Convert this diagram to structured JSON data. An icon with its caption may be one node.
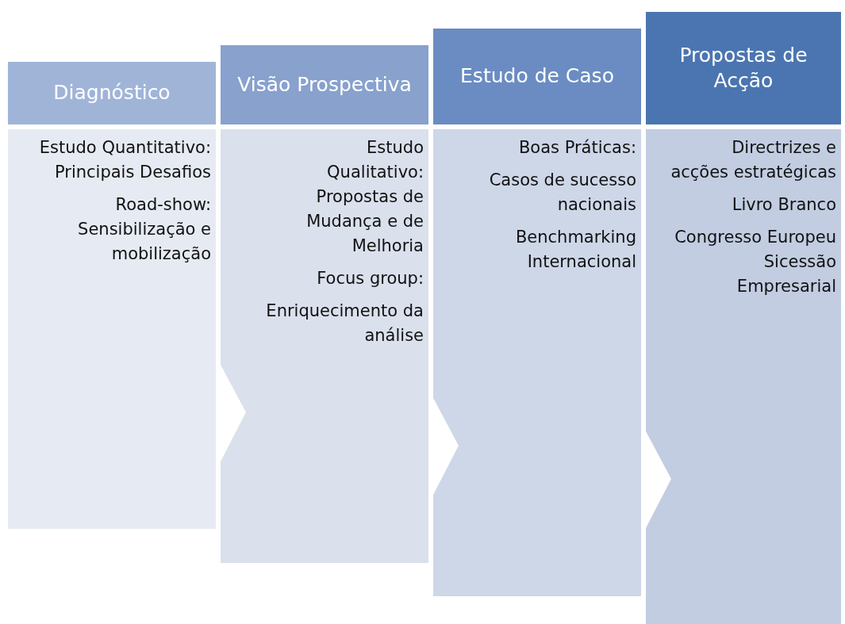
{
  "diagram": {
    "nodes": [
      {
        "text": [
          "Diagnóstico"
        ]
      },
      {
        "text": [
          "Estudo Quantitativo: Principais Desafios",
          "Road-show: Sensibilização e mobilização"
        ]
      },
      {
        "text": [
          "Visão Prospectiva"
        ]
      },
      {
        "text": [
          "Estudo Qualitativo: Propostas de Mudança e de Melhoria",
          "Focus group:",
          "Enriquecimento da análise"
        ]
      },
      {
        "text": [
          "Estudo de Caso"
        ]
      },
      {
        "text": [
          "Boas Práticas:",
          "Casos de sucesso nacionais",
          "Benchmarking Internacional"
        ]
      },
      {
        "text": [
          "Propostas de Acção"
        ]
      },
      {
        "text": [
          "Directrizes e acções estratégicas",
          "Livro Branco",
          "Congresso Europeu Sicessão Empresarial"
        ]
      }
    ]
  }
}
